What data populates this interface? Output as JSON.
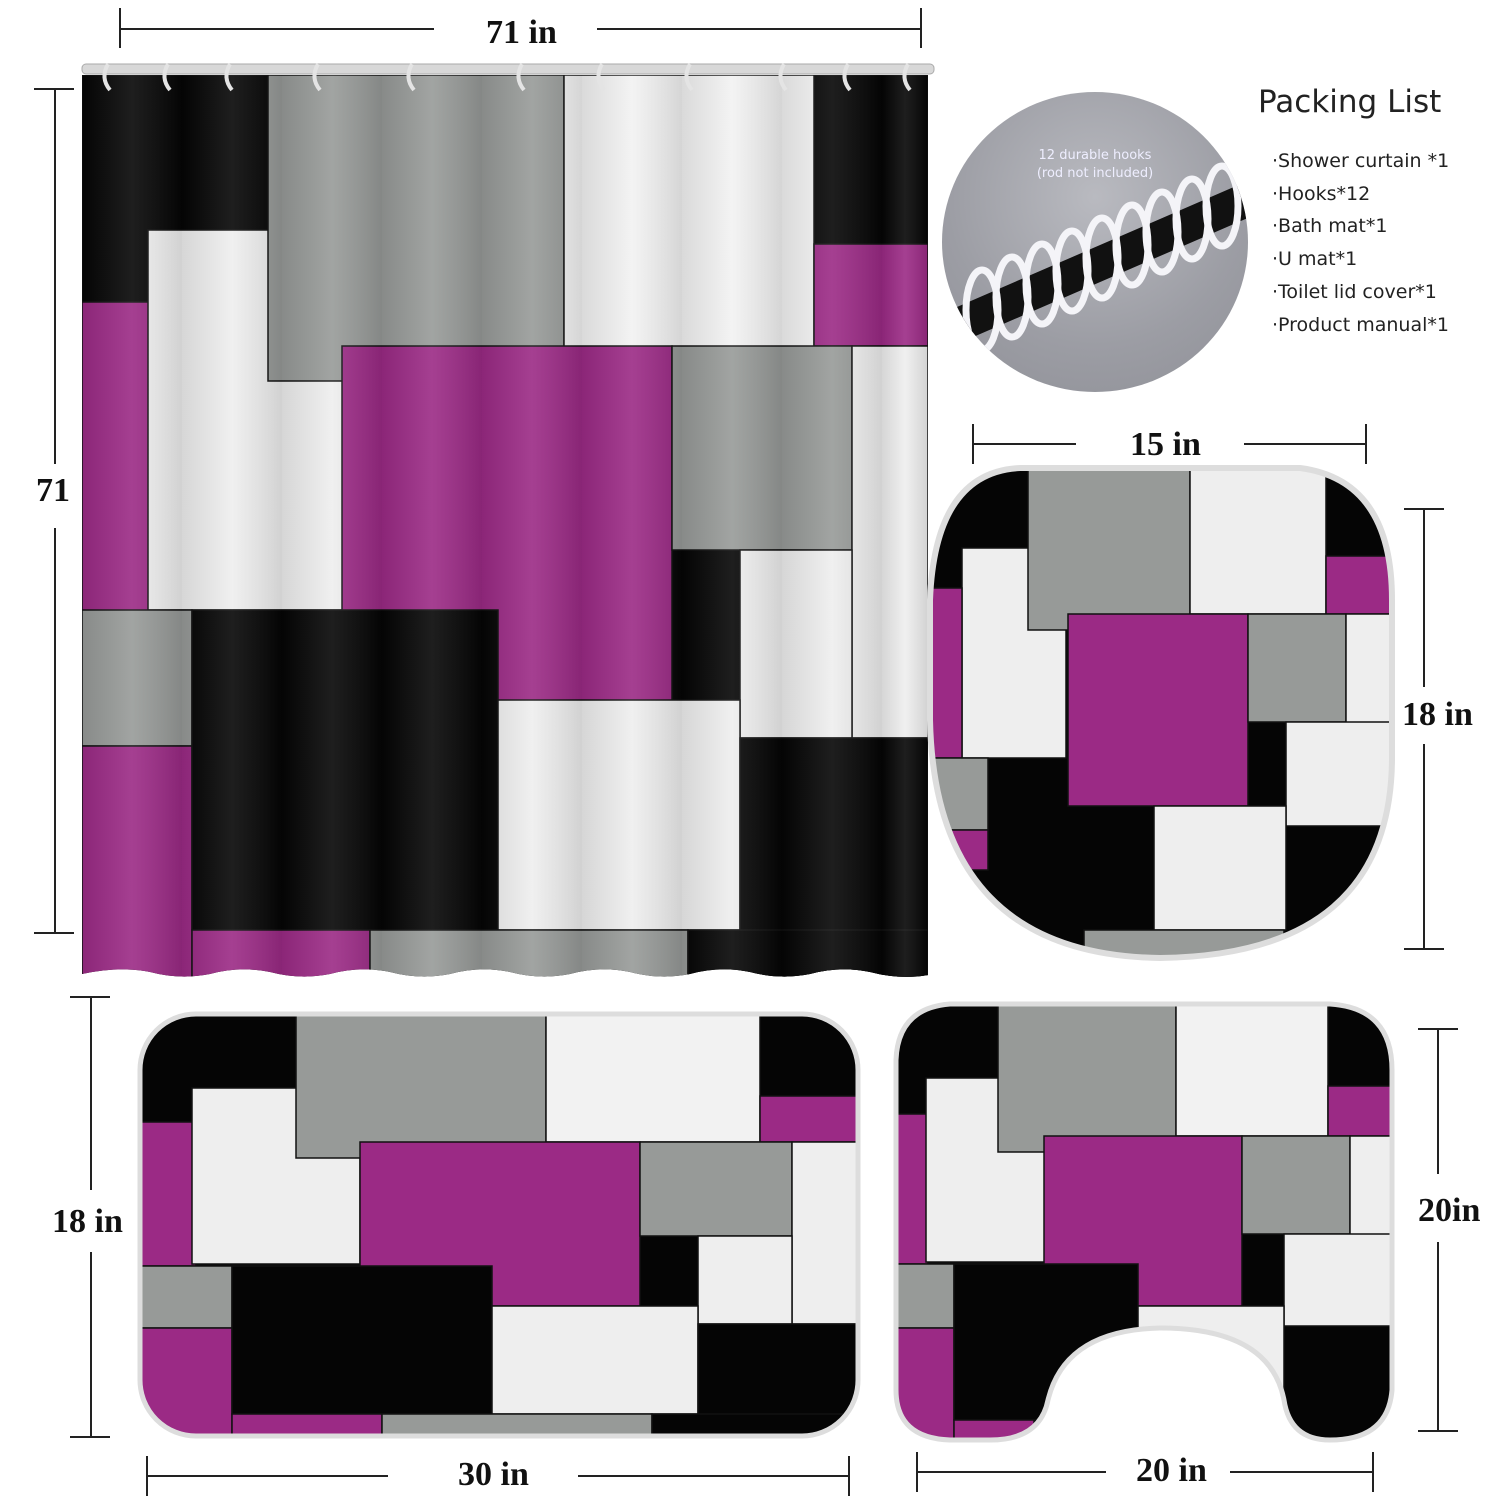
{
  "dimensions": {
    "curtain_width": "71  in",
    "curtain_height": "71",
    "lid_width": "15 in",
    "lid_height": "18 in",
    "bath_mat_height": "18 in",
    "bath_mat_width": "30 in",
    "u_mat_height": "20in",
    "u_mat_width": "20 in"
  },
  "hooks_note": {
    "line1": "12 durable hooks",
    "line2": "(rod not included)"
  },
  "packing": {
    "title": "Packing List",
    "items": [
      "·Shower curtain *1",
      "·Hooks*12",
      "·Bath mat*1",
      "·U mat*1",
      "·Toilet lid cover*1",
      "·Product manual*1"
    ]
  },
  "colors": {
    "magenta": "#9b2a85",
    "gray": "#979a98",
    "white": "#eeeeee",
    "black": "#050505"
  }
}
